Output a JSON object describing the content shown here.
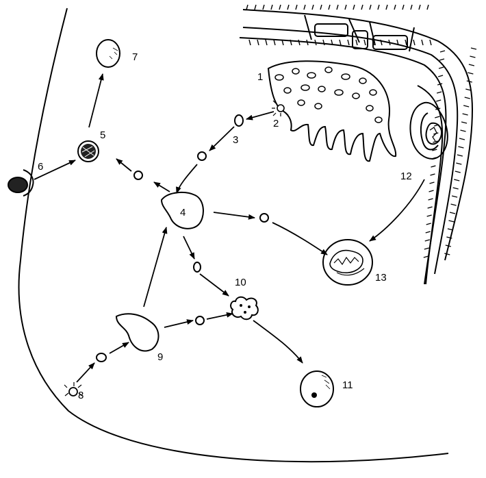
{
  "labels": {
    "l1": "1",
    "l2": "2",
    "l3": "3",
    "l4": "4",
    "l5": "5",
    "l6": "6",
    "l7": "7",
    "l8": "8",
    "l9": "9",
    "l10": "10",
    "l11": "11",
    "l12": "12",
    "l13": "13"
  },
  "colors": {
    "ink": "#000000",
    "paper": "#ffffff"
  }
}
